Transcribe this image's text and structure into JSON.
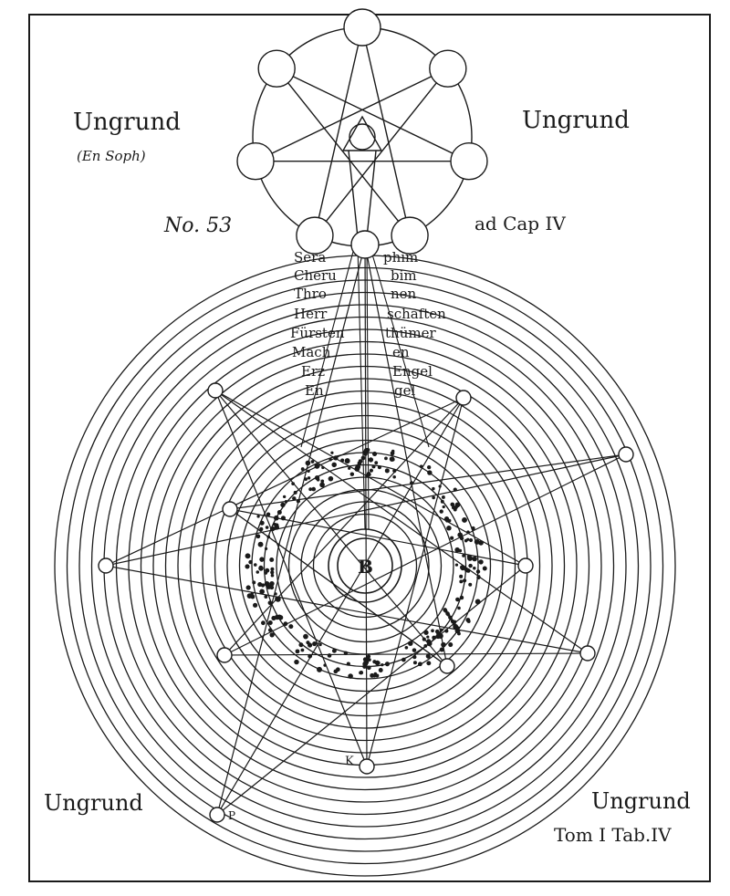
{
  "labels": {
    "ungrund_tl": "Ungrund",
    "en_soph": "(En Soph)",
    "ungrund_tr": "Ungrund",
    "number": "No. 53",
    "ad_cap": "ad Cap IV",
    "center": "B",
    "ungrund_bl": "Ungrund",
    "ungrund_br": "Ungrund",
    "tom": "Tom I Tab.IV",
    "bottom_point": "K",
    "lower_left_point": "P"
  },
  "hierarchy_left": [
    "Sera",
    "Cheru",
    "Thro",
    "Herr",
    "Fürsten",
    "Mach",
    "Erz",
    "En"
  ],
  "hierarchy_right": [
    "phim",
    "bim",
    "nen",
    "schaften",
    "thümer",
    "en",
    "Engel",
    "gel"
  ],
  "colors": {
    "ink": "#1a1a1a",
    "paper": "#ffffff"
  }
}
